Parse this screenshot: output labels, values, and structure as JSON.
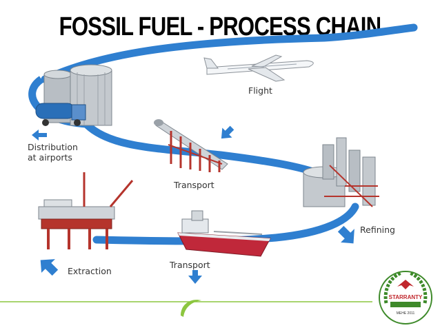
{
  "title": "FOSSIL FUEL - PROCESS CHAIN",
  "stages": {
    "flight": "Flight",
    "distribution_line1": "Distribution",
    "distribution_line2": "at airports",
    "transport_pipeline": "Transport",
    "refining": "Refining",
    "extraction": "Extraction",
    "transport_ship": "Transport"
  },
  "logo": {
    "name": "STARRANTY",
    "tagline": "MEHE 2011"
  },
  "colors": {
    "pathway": "#2f7fd0",
    "arrow": "#2f7fd0",
    "ship_hull": "#c0283a",
    "structure_red": "#b5342c",
    "tank_gray": "#b8bec4",
    "footer_line": "#8cc63f",
    "logo_green": "#3e8a2a",
    "logo_red": "#c0272d"
  }
}
